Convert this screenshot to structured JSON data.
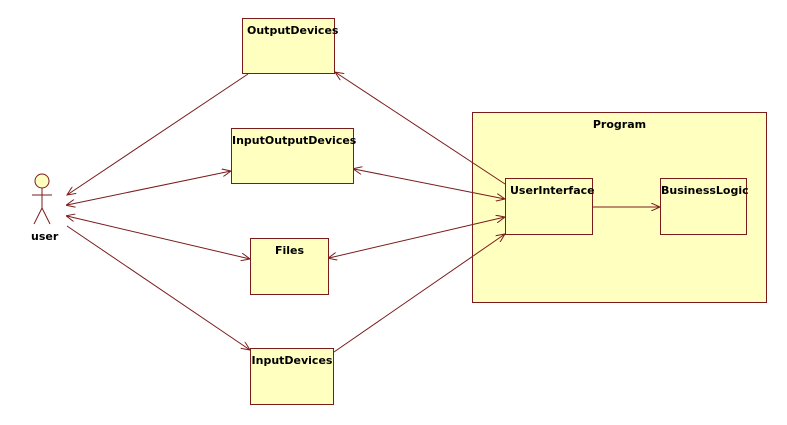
{
  "diagram": {
    "actor": {
      "label": "user"
    },
    "classes": {
      "output_devices": "OutputDevices",
      "input_output_devices": "InputOutputDevices",
      "files": "Files",
      "input_devices": "InputDevices",
      "user_interface": "UserInterface",
      "business_logic": "BusinessLogic"
    },
    "package": {
      "label": "Program"
    },
    "colors": {
      "fill": "#ffffc0",
      "line": "#7a1c1c"
    }
  }
}
